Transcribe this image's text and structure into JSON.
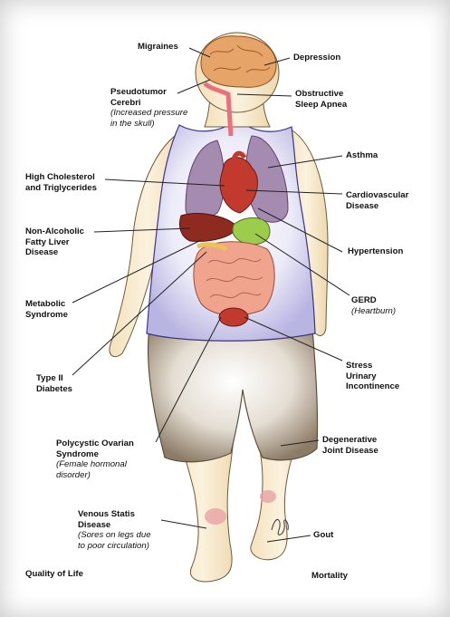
{
  "labels": {
    "migraines": {
      "name": [
        "Migraines"
      ],
      "note": []
    },
    "depression": {
      "name": [
        "Depression"
      ],
      "note": []
    },
    "pseudotumor": {
      "name": [
        "Pseudotumor",
        "Cerebri"
      ],
      "note": [
        "(Increased pressure",
        "in the skull)"
      ]
    },
    "sleep_apnea": {
      "name": [
        "Obstructive",
        "Sleep Apnea"
      ],
      "note": []
    },
    "asthma": {
      "name": [
        "Asthma"
      ],
      "note": []
    },
    "cholesterol": {
      "name": [
        "High Cholesterol",
        "and Triglycerides"
      ],
      "note": []
    },
    "cardiovascular": {
      "name": [
        "Cardiovascular",
        "Disease"
      ],
      "note": []
    },
    "fatty_liver": {
      "name": [
        "Non-Alcoholic",
        "Fatty Liver",
        "Disease"
      ],
      "note": []
    },
    "hypertension": {
      "name": [
        "Hypertension"
      ],
      "note": []
    },
    "metabolic": {
      "name": [
        "Metabolic",
        "Syndrome"
      ],
      "note": []
    },
    "gerd": {
      "name": [
        "GERD"
      ],
      "note": [
        "(Heartburn)"
      ]
    },
    "diabetes": {
      "name": [
        "Type II",
        "Diabetes"
      ],
      "note": []
    },
    "incontinence": {
      "name": [
        "Stress",
        "Urinary",
        "Incontinence"
      ],
      "note": []
    },
    "pcos": {
      "name": [
        "Polycystic Ovarian",
        "Syndrome"
      ],
      "note": [
        "(Female hormonal",
        "disorder)"
      ]
    },
    "joint": {
      "name": [
        "Degenerative",
        "Joint Disease"
      ],
      "note": []
    },
    "venous": {
      "name": [
        "Venous Statis",
        "Disease"
      ],
      "note": [
        "(Sores on legs due",
        "to poor circulation)"
      ]
    },
    "gout": {
      "name": [
        "Gout"
      ],
      "note": []
    }
  },
  "footer": {
    "left": "Quality of Life",
    "right": "Mortality"
  },
  "colors": {
    "skin": "#f6e7c9",
    "tank_top": "#c9c4ea",
    "shorts": "#a99a86",
    "brain": "#e6a46a",
    "lungs": "#a98ab0",
    "heart": "#c23a2e",
    "liver": "#8e2a20",
    "stomach": "#9ccc4c",
    "intestines": "#f0a48e",
    "leader": "#222222"
  },
  "icons": {
    "signature": "artist-signature-icon"
  }
}
